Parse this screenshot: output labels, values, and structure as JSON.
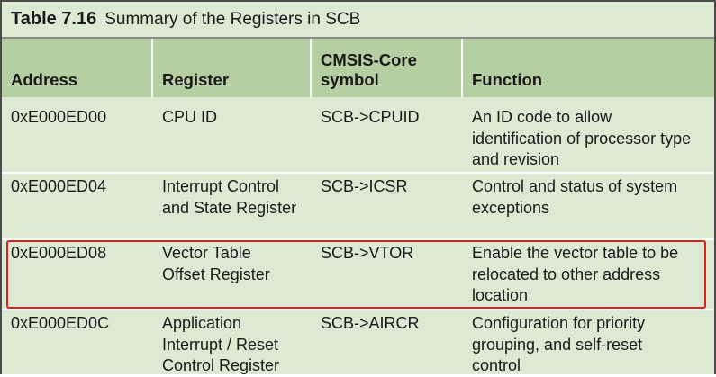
{
  "table": {
    "number": "Table 7.16",
    "caption": "Summary of the Registers in SCB",
    "headers": {
      "address": "Address",
      "register": "Register",
      "cmsis_line1": "CMSIS-Core",
      "cmsis_line2": "symbol",
      "function": "Function"
    },
    "rows": [
      {
        "address": "0xE000ED00",
        "register": "CPU ID",
        "symbol": "SCB->CPUID",
        "function": "An ID code to allow identification of processor type and revision"
      },
      {
        "address": "0xE000ED04",
        "register": "Interrupt Control and State Register",
        "symbol": "SCB->ICSR",
        "function": "Control and status of system exceptions"
      },
      {
        "address": "0xE000ED08",
        "register": "Vector Table Offset Register",
        "symbol": "SCB->VTOR",
        "function": "Enable the vector table to be relocated to other address location"
      },
      {
        "address": "0xE000ED0C",
        "register": "Application Interrupt / Reset Control Register",
        "symbol": "SCB->AIRCR",
        "function": "Configuration for priority grouping, and self-reset control"
      }
    ]
  },
  "colors": {
    "body_background": "#dce9d3",
    "header_background": "#b5cfa3",
    "highlight_border": "#e02020"
  }
}
